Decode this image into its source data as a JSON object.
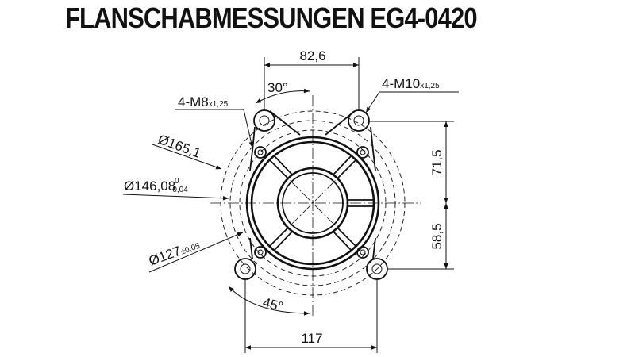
{
  "title": "FLANSCHABMESSUNGEN EG4-0420",
  "dimensions": {
    "top_width": "82,6",
    "bottom_width": "117",
    "upper_height": "71,5",
    "lower_height": "58,5",
    "angle_top": "30°",
    "angle_bottom": "45°",
    "thread_small": "4-M8",
    "thread_small_pitch": "x1,25",
    "thread_large": "4-M10",
    "thread_large_pitch": "x1,25",
    "dia_outer": "Ø165,1",
    "dia_mid": "Ø146,08",
    "dia_mid_tol_upper": "0",
    "dia_mid_tol_lower": "-0,04",
    "dia_inner": "Ø127",
    "dia_inner_tol": "±0,05"
  }
}
